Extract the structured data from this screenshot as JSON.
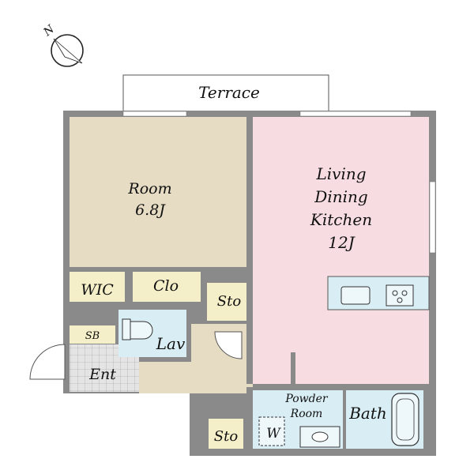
{
  "compass": {
    "letter": "N",
    "icon": "compass-icon"
  },
  "rooms": {
    "terrace": "Terrace",
    "room": {
      "name": "Room",
      "size": "6.8J"
    },
    "ldk": {
      "line1": "Living",
      "line2": "Dining",
      "line3": "Kitchen",
      "size": "12J"
    },
    "wic": "WIC",
    "clo": "Clo",
    "sto_upper": "Sto",
    "sto_lower": "Sto",
    "sb": "SB",
    "lav": "Lav",
    "ent": "Ent",
    "powder_line1": "Powder",
    "powder_line2": "Room",
    "washer": "W",
    "bath": "Bath"
  },
  "colors": {
    "room": "#e6dcc4",
    "ldk": "#f7dde2",
    "wet": "#d9eef4",
    "wall": "#8a8a8a",
    "entry_tile": "#e2e2e2"
  }
}
